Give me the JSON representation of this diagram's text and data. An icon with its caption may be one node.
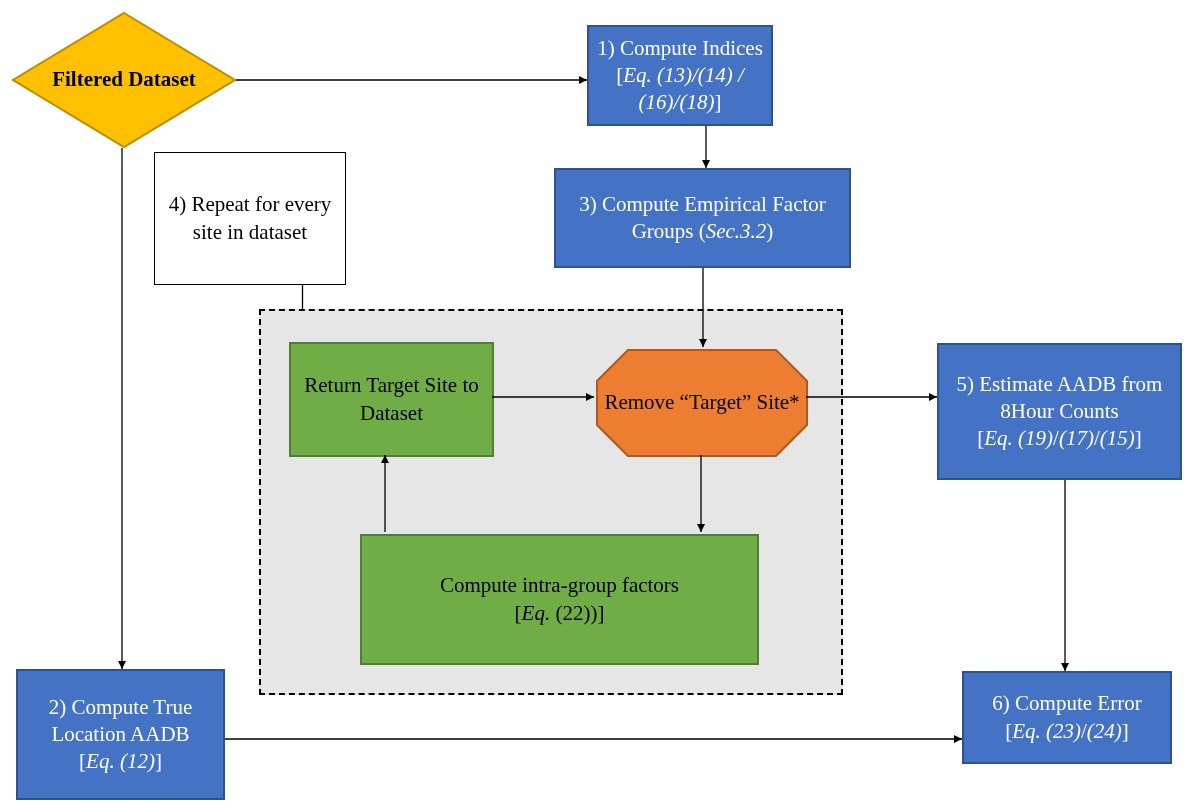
{
  "diagram": {
    "nodes": [
      {
        "text": [
          "Filtered Dataset"
        ]
      },
      {
        "text": [
          "1) Compute Indices",
          "[*Eq. (13)/(14) / (16)/(18)*]"
        ]
      },
      {
        "text": [
          "3) Compute Empirical Factor Groups (*Sec.3.2*)"
        ]
      },
      {
        "text": [
          "4) Repeat for every site in dataset"
        ]
      },
      {
        "text": [],
        "shape": "box"
      },
      {
        "text": [
          "Return Target Site to Dataset"
        ],
        "in": 4
      },
      {
        "text": [
          "Remove “Target” Site*"
        ],
        "in": 4
      },
      {
        "text": [
          "Compute intra-group factors",
          "[*Eq.* (22))]"
        ],
        "in": 4
      },
      {
        "text": [
          "5) Estimate AADB from 8Hour Counts",
          "[*Eq.* *(19)*/*(17)*/*(15)*]"
        ]
      },
      {
        "text": [
          "2) Compute True Location AADB",
          "[*Eq. (12)*]"
        ]
      },
      {
        "text": [
          "6) Compute Error",
          "[*Eq. (23)*/*(24)*]"
        ]
      }
    ],
    "edges": [
      {
        "from": 0,
        "to": 1,
        "arrow": "to"
      },
      {
        "from": 1,
        "to": 2,
        "arrow": "to"
      },
      {
        "from": 2,
        "to": 6,
        "arrow": "to"
      },
      {
        "from": 5,
        "to": 6,
        "arrow": "to"
      },
      {
        "from": 6,
        "to": 7,
        "arrow": "to"
      },
      {
        "from": 7,
        "to": 5,
        "arrow": "to"
      },
      {
        "from": 6,
        "to": 8,
        "arrow": "to"
      },
      {
        "from": 8,
        "to": 10,
        "arrow": "to"
      },
      {
        "from": 0,
        "to": 9,
        "arrow": "to"
      },
      {
        "from": 9,
        "to": 10,
        "arrow": "to"
      },
      {
        "from": 3,
        "to": 4,
        "arrow": "none"
      }
    ]
  }
}
